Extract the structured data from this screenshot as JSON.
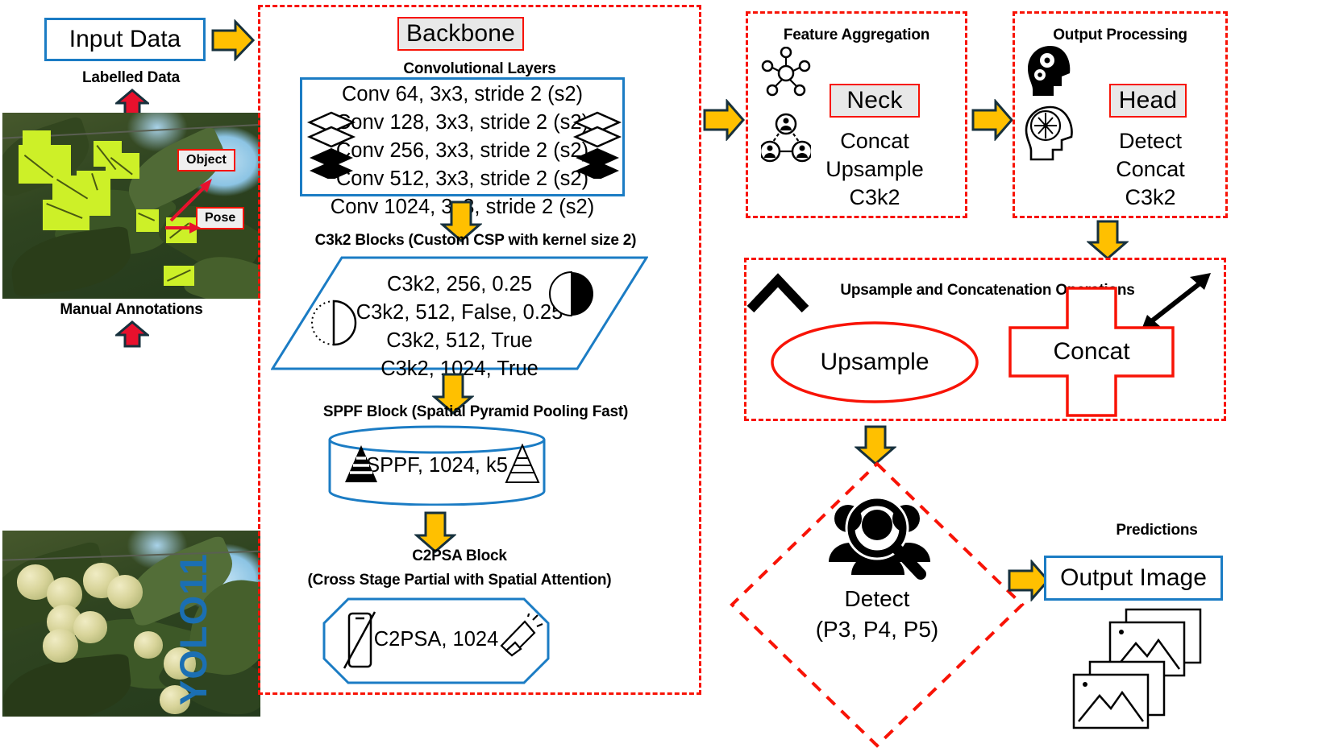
{
  "model_name": "YOLO11",
  "input": {
    "box_label": "Input Data",
    "labelled_caption": "Labelled Data",
    "manual_caption": "Manual Annotations",
    "annotation_tags": [
      "Object",
      "Pose"
    ]
  },
  "backbone": {
    "title": "Backbone",
    "conv": {
      "heading": "Convolutional Layers",
      "lines": [
        "Conv 64, 3x3, stride 2 (s2)",
        "Conv 128, 3x3, stride 2 (s2)",
        "Conv 256, 3x3, stride 2 (s2)",
        "Conv 512, 3x3, stride 2 (s2)",
        "Conv 1024, 3x3, stride 2 (s2)"
      ]
    },
    "c3k2": {
      "heading": "C3k2 Blocks (Custom CSP with kernel size 2)",
      "lines": [
        "C3k2, 256, 0.25",
        "C3k2, 512, False, 0.25",
        "C3k2, 512, True",
        "C3k2, 1024, True"
      ]
    },
    "sppf": {
      "heading": "SPPF Block (Spatial Pyramid Pooling Fast)",
      "line": "SPPF, 1024, k5"
    },
    "c2psa": {
      "heading_line1": "C2PSA Block",
      "heading_line2": "(Cross Stage Partial with Spatial Attention)",
      "line": "C2PSA, 1024"
    }
  },
  "neck": {
    "section_title": "Feature Aggregation",
    "badge": "Neck",
    "ops": [
      "Concat",
      "Upsample",
      "C3k2"
    ]
  },
  "head": {
    "section_title": "Output Processing",
    "badge": "Head",
    "ops": [
      "Detect",
      "Concat",
      "C3k2"
    ]
  },
  "operations": {
    "section_title": "Upsample and Concatenation Operations",
    "upsample_label": "Upsample",
    "concat_label": "Concat"
  },
  "detect": {
    "label_line1": "Detect",
    "label_line2": "(P3, P4, P5)"
  },
  "output": {
    "caption": "Predictions",
    "box_label": "Output Image"
  },
  "colors": {
    "blue_border": "#1b7cc4",
    "red_dashed": "#f81306",
    "arrow_yellow": "#ffc000",
    "arrow_outline": "#17313d",
    "red_arrow": "#e8112d",
    "badge_bg": "#e8e8e8",
    "yolo_blue": "#1b6fb3"
  }
}
